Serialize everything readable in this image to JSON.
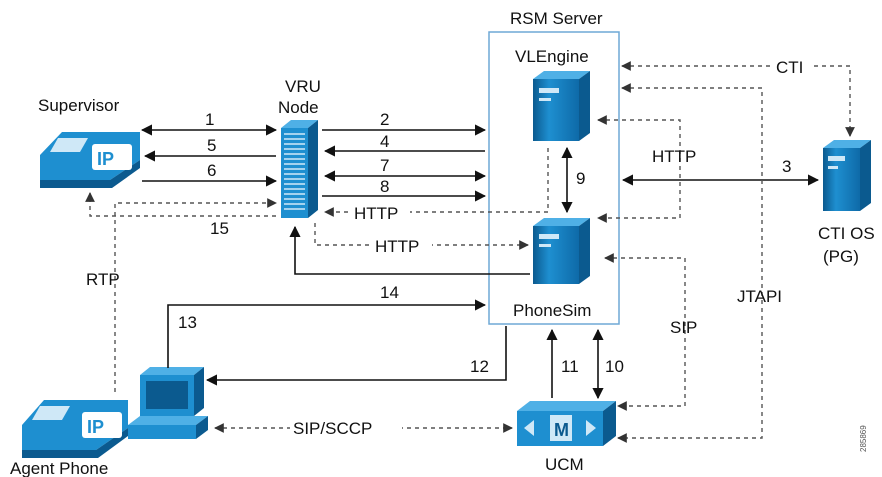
{
  "labels": {
    "rsm_server": "RSM Server",
    "vlengine": "VLEngine",
    "phonesim": "PhoneSim",
    "vru_node_line1": "VRU",
    "vru_node_line2": "Node",
    "supervisor": "Supervisor",
    "agent_phone": "Agent Phone",
    "ucm": "UCM",
    "cti_os_line1": "CTI OS",
    "cti_os_line2": "(PG)",
    "cti": "CTI",
    "http_right": "HTTP",
    "http_vlengine": "HTTP",
    "http_phonesim": "HTTP",
    "sip": "SIP",
    "jtapi": "JTAPI",
    "rtp": "RTP",
    "sip_sccp": "SIP/SCCP",
    "step_1": "1",
    "step_2": "2",
    "step_3": "3",
    "step_4": "4",
    "step_5": "5",
    "step_6": "6",
    "step_7": "7",
    "step_8": "8",
    "step_9": "9",
    "step_10": "10",
    "step_11": "11",
    "step_12": "12",
    "step_13": "13",
    "step_14": "14",
    "step_15": "15",
    "phone_badge_supervisor": "IP",
    "phone_badge_agent": "IP",
    "ucm_badge": "M",
    "figure_id": "285869"
  },
  "colors": {
    "device_blue": "#1e8fd0",
    "device_dark": "#0b5a8f",
    "server_box": "#6fa8d6"
  },
  "icons": [
    "ip-phone-icon",
    "server-icon",
    "switch-stack-icon",
    "computer-icon",
    "call-manager-icon"
  ]
}
